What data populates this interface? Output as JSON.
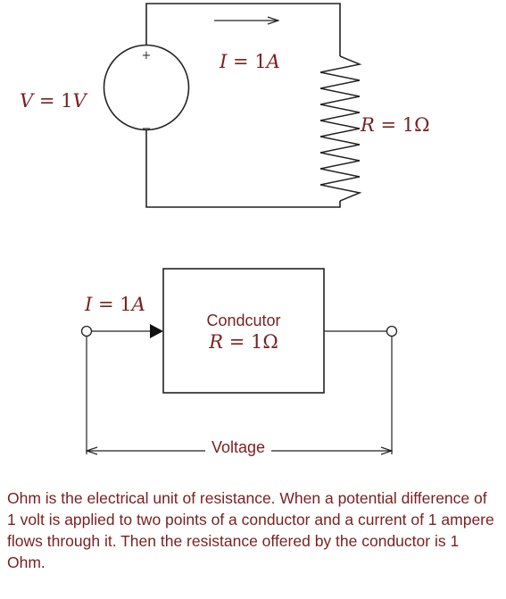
{
  "circuit": {
    "source_label": {
      "var": "V",
      "eq": " = 1",
      "unit": "V"
    },
    "current_label": {
      "var": "I",
      "eq": " = 1",
      "unit": "A"
    },
    "resistor_label": {
      "var": "R",
      "eq": " = 1",
      "unit": "Ω"
    },
    "plus_sign": "+",
    "minus_sign": "−"
  },
  "conductor": {
    "current_label": {
      "var": "I",
      "eq": " = 1",
      "unit": "A"
    },
    "box_title": "Condcutor",
    "box_value": {
      "var": "R",
      "eq": " = 1",
      "unit": "Ω"
    },
    "voltage_label": "Voltage"
  },
  "caption": "Ohm is the electrical unit of resistance. When a potential difference of 1 volt is applied to two points of a conductor and a current of 1 ampere flows through it. Then the resistance offered by the conductor is 1 Ohm."
}
